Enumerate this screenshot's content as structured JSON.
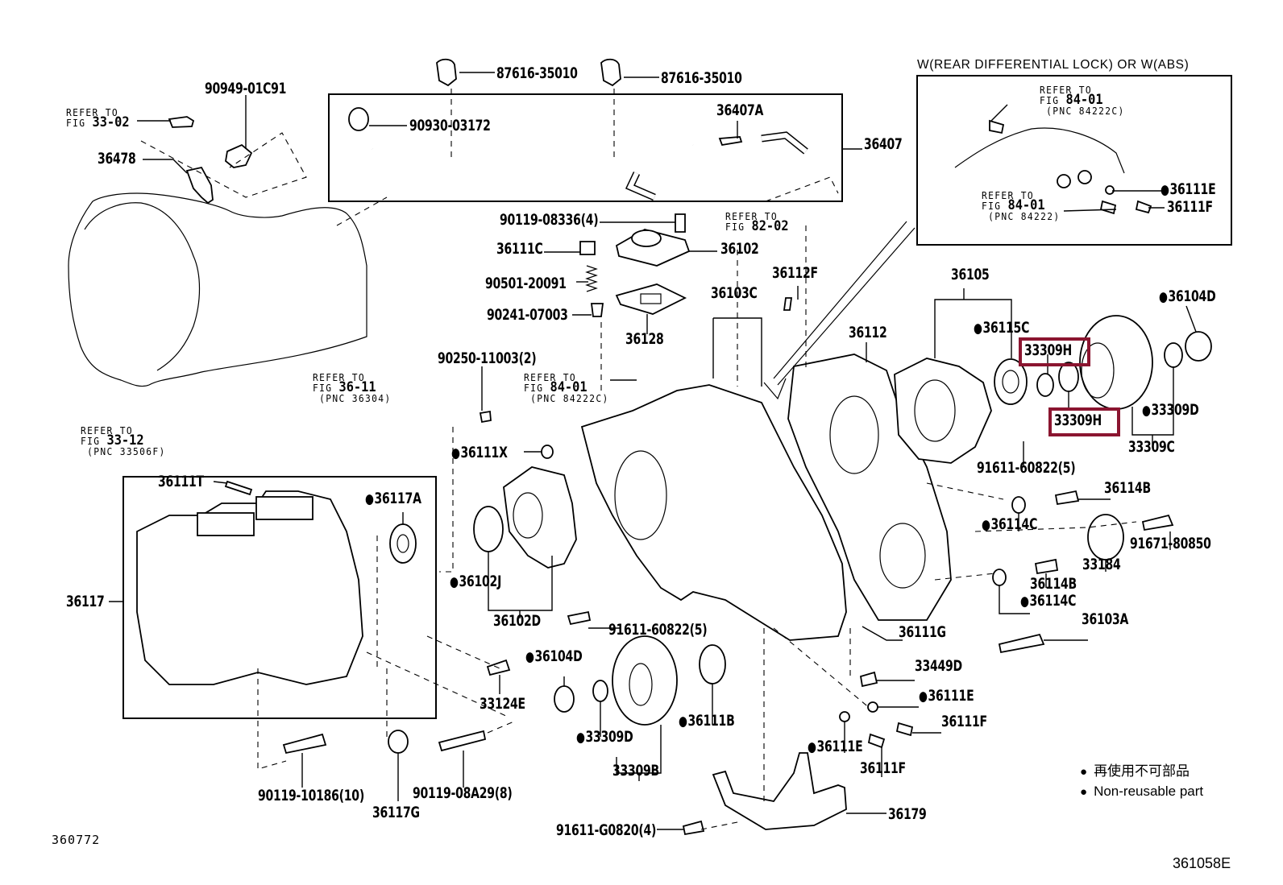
{
  "diagram": {
    "title": "Transfer case housing parts diagram",
    "inset_title": "W(REAR DIFFERENTIAL LOCK) OR W(ABS)",
    "highlight_color": "#8b1530",
    "figure_code_left": "360772",
    "figure_code_right": "361058E",
    "legend": {
      "symbol": "non-reusable-dot",
      "line_jp": "再使用不可部品",
      "line_en": "Non-reusable part"
    },
    "references": {
      "ref_33_02": {
        "line1": "REFER TO",
        "line2_prefix": "FIG ",
        "line2_num": "33-02",
        "line3": ""
      },
      "ref_36_11": {
        "line1": "REFER TO",
        "line2_prefix": "FIG ",
        "line2_num": "36-11",
        "line3": "(PNC 36304)"
      },
      "ref_33_12": {
        "line1": "REFER TO",
        "line2_prefix": "FIG ",
        "line2_num": "33-12",
        "line3": "(PNC 33506F)"
      },
      "ref_84_01_main": {
        "line1": "REFER TO",
        "line2_prefix": "FIG ",
        "line2_num": "84-01",
        "line3": "(PNC 84222C)"
      },
      "ref_82_02": {
        "line1": "REFER TO",
        "line2_prefix": "FIG ",
        "line2_num": "82-02",
        "line3": ""
      },
      "ref_84_01_inset_a": {
        "line1": "REFER TO",
        "line2_prefix": "FIG ",
        "line2_num": "84-01",
        "line3": "(PNC 84222C)"
      },
      "ref_84_01_inset_b": {
        "line1": "REFER TO",
        "line2_prefix": "FIG ",
        "line2_num": "84-01",
        "line3": "(PNC 84222)"
      }
    },
    "parts": [
      {
        "id": "p01",
        "number": "90949-01C91",
        "non_reusable": false,
        "highlighted": false
      },
      {
        "id": "p02",
        "number": "36478",
        "non_reusable": false,
        "highlighted": false
      },
      {
        "id": "p03",
        "number": "87616-35010",
        "non_reusable": false,
        "highlighted": false
      },
      {
        "id": "p04",
        "number": "87616-35010",
        "non_reusable": false,
        "highlighted": false
      },
      {
        "id": "p05",
        "number": "90930-03172",
        "non_reusable": false,
        "highlighted": false
      },
      {
        "id": "p06",
        "number": "36407A",
        "non_reusable": false,
        "highlighted": false
      },
      {
        "id": "p07",
        "number": "36407",
        "non_reusable": false,
        "highlighted": false
      },
      {
        "id": "p08",
        "number": "36111E",
        "non_reusable": true,
        "highlighted": false
      },
      {
        "id": "p09",
        "number": "36111F",
        "non_reusable": false,
        "highlighted": false
      },
      {
        "id": "p10",
        "number": "90119-08336(4)",
        "non_reusable": false,
        "highlighted": false
      },
      {
        "id": "p11",
        "number": "36111C",
        "non_reusable": false,
        "highlighted": false
      },
      {
        "id": "p12",
        "number": "36102",
        "non_reusable": false,
        "highlighted": false
      },
      {
        "id": "p13",
        "number": "90501-20091",
        "non_reusable": false,
        "highlighted": false
      },
      {
        "id": "p14",
        "number": "90241-07003",
        "non_reusable": false,
        "highlighted": false
      },
      {
        "id": "p15",
        "number": "36128",
        "non_reusable": false,
        "highlighted": false
      },
      {
        "id": "p16",
        "number": "36112F",
        "non_reusable": false,
        "highlighted": false
      },
      {
        "id": "p17",
        "number": "36103C",
        "non_reusable": false,
        "highlighted": false
      },
      {
        "id": "p18",
        "number": "36105",
        "non_reusable": false,
        "highlighted": false
      },
      {
        "id": "p19",
        "number": "36104D",
        "non_reusable": true,
        "highlighted": false
      },
      {
        "id": "p20",
        "number": "36112",
        "non_reusable": false,
        "highlighted": false
      },
      {
        "id": "p21",
        "number": "36115C",
        "non_reusable": true,
        "highlighted": false
      },
      {
        "id": "p22",
        "number": "33309H",
        "non_reusable": false,
        "highlighted": true
      },
      {
        "id": "p23",
        "number": "33309H",
        "non_reusable": false,
        "highlighted": true
      },
      {
        "id": "p24",
        "number": "33309D",
        "non_reusable": true,
        "highlighted": false
      },
      {
        "id": "p25",
        "number": "33309C",
        "non_reusable": false,
        "highlighted": false
      },
      {
        "id": "p26",
        "number": "90250-11003(2)",
        "non_reusable": false,
        "highlighted": false
      },
      {
        "id": "p27",
        "number": "36111X",
        "non_reusable": true,
        "highlighted": false
      },
      {
        "id": "p28",
        "number": "91611-60822(5)",
        "non_reusable": false,
        "highlighted": false
      },
      {
        "id": "p29",
        "number": "36114B",
        "non_reusable": false,
        "highlighted": false
      },
      {
        "id": "p30",
        "number": "36114C",
        "non_reusable": true,
        "highlighted": false
      },
      {
        "id": "p31",
        "number": "91671-80850",
        "non_reusable": false,
        "highlighted": false
      },
      {
        "id": "p32",
        "number": "33184",
        "non_reusable": false,
        "highlighted": false
      },
      {
        "id": "p33",
        "number": "36114B",
        "non_reusable": false,
        "highlighted": false
      },
      {
        "id": "p34",
        "number": "36114C",
        "non_reusable": true,
        "highlighted": false
      },
      {
        "id": "p35",
        "number": "36103A",
        "non_reusable": false,
        "highlighted": false
      },
      {
        "id": "p36",
        "number": "36111T",
        "non_reusable": false,
        "highlighted": false
      },
      {
        "id": "p37",
        "number": "36117A",
        "non_reusable": true,
        "highlighted": false
      },
      {
        "id": "p38",
        "number": "36117",
        "non_reusable": false,
        "highlighted": false
      },
      {
        "id": "p39",
        "number": "36102J",
        "non_reusable": true,
        "highlighted": false
      },
      {
        "id": "p40",
        "number": "36102D",
        "non_reusable": false,
        "highlighted": false
      },
      {
        "id": "p41",
        "number": "91611-60822(5)",
        "non_reusable": false,
        "highlighted": false
      },
      {
        "id": "p42",
        "number": "36111G",
        "non_reusable": false,
        "highlighted": false
      },
      {
        "id": "p43",
        "number": "33124E",
        "non_reusable": false,
        "highlighted": false
      },
      {
        "id": "p44",
        "number": "36104D",
        "non_reusable": true,
        "highlighted": false
      },
      {
        "id": "p45",
        "number": "33449D",
        "non_reusable": false,
        "highlighted": false
      },
      {
        "id": "p46",
        "number": "36111E",
        "non_reusable": true,
        "highlighted": false
      },
      {
        "id": "p47",
        "number": "36111B",
        "non_reusable": true,
        "highlighted": false
      },
      {
        "id": "p48",
        "number": "36111F",
        "non_reusable": false,
        "highlighted": false
      },
      {
        "id": "p49",
        "number": "33309D",
        "non_reusable": true,
        "highlighted": false
      },
      {
        "id": "p50",
        "number": "36111E",
        "non_reusable": true,
        "highlighted": false
      },
      {
        "id": "p51",
        "number": "36111F",
        "non_reusable": false,
        "highlighted": false
      },
      {
        "id": "p52",
        "number": "33309B",
        "non_reusable": false,
        "highlighted": false
      },
      {
        "id": "p53",
        "number": "90119-10186(10)",
        "non_reusable": false,
        "highlighted": false
      },
      {
        "id": "p54",
        "number": "36117G",
        "non_reusable": false,
        "highlighted": false
      },
      {
        "id": "p55",
        "number": "90119-08A29(8)",
        "non_reusable": false,
        "highlighted": false
      },
      {
        "id": "p56",
        "number": "36179",
        "non_reusable": false,
        "highlighted": false
      },
      {
        "id": "p57",
        "number": "91611-G0820(4)",
        "non_reusable": false,
        "highlighted": false
      }
    ]
  }
}
